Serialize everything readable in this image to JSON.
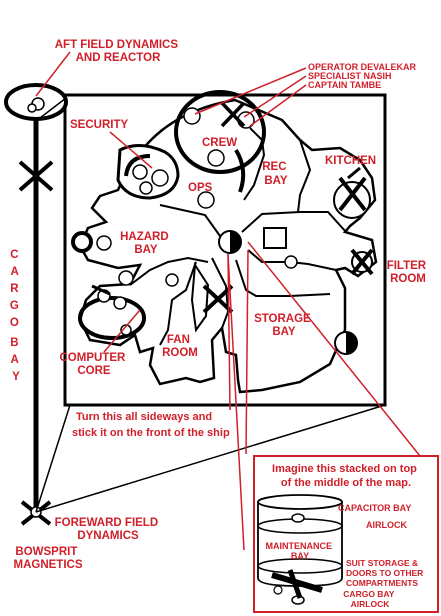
{
  "colors": {
    "ink": "#000000",
    "label": "#d0202a",
    "paper": "#ffffff"
  },
  "labels": {
    "aft_field": [
      "AFT FIELD DYNAMICS",
      "AND REACTOR"
    ],
    "crew_list": [
      "OPERATOR DEVALEKAR",
      "SPECIALIST NASIH",
      "CAPTAIN TAMBE"
    ],
    "security": "SECURITY",
    "crew": "CREW",
    "ops": "OPS",
    "rec_bay": [
      "REC",
      "BAY"
    ],
    "kitchen": "KITCHEN",
    "hazard_bay": [
      "HAZARD",
      "BAY"
    ],
    "filter_room": [
      "FILTER",
      "ROOM"
    ],
    "storage_bay": [
      "STORAGE",
      "BAY"
    ],
    "fan_room": [
      "FAN",
      "ROOM"
    ],
    "computer_core": [
      "COMPUTER",
      "CORE"
    ],
    "cargo_bay": [
      "C",
      "A",
      "R",
      "G",
      "O",
      "B",
      "A",
      "Y"
    ],
    "turn_note": [
      "Turn this all sideways and",
      "stick it on the front of the ship"
    ],
    "foreward_field": [
      "FOREWARD FIELD",
      "DYNAMICS"
    ],
    "bowsprit": [
      "BOWSPRIT",
      "MAGNETICS"
    ]
  },
  "inset": {
    "title": [
      "Imagine this stacked on top",
      "of the middle of the map."
    ],
    "capacitor_bay": "CAPACITOR BAY",
    "airlock": "AIRLOCK",
    "maintenance_bay": [
      "MAINTENANCE",
      "BAY"
    ],
    "suit_storage": [
      "SUIT STORAGE &",
      "DOORS TO OTHER",
      "COMPARTMENTS"
    ],
    "cargo_airlock": [
      "CARGO BAY",
      "AIRLOCK"
    ]
  }
}
